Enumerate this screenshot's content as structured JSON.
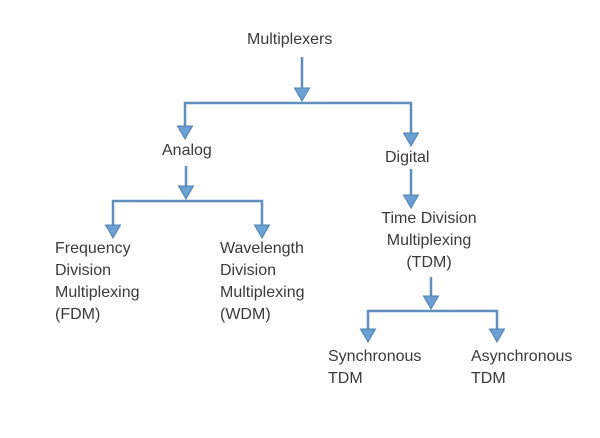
{
  "diagram": {
    "type": "tree-diagram",
    "title": "Multiplexers",
    "nodes": {
      "multiplexers": {
        "label": "Multiplexers",
        "lines": [
          "Multiplexers"
        ]
      },
      "analog": {
        "label": "Analog",
        "lines": [
          "Analog"
        ]
      },
      "digital": {
        "label": "Digital",
        "lines": [
          "Digital"
        ]
      },
      "fdm": {
        "label": "Frequency Division Multiplexing (FDM)",
        "lines": [
          "Frequency",
          "Division",
          "Multiplexing",
          "(FDM)"
        ]
      },
      "wdm": {
        "label": "Wavelength Division Multiplexing (WDM)",
        "lines": [
          "Wavelength",
          "Division",
          "Multiplexing",
          "(WDM)"
        ]
      },
      "tdm": {
        "label": "Time Division Multiplexing (TDM)",
        "lines": [
          "Time Division",
          "Multiplexing",
          "(TDM)"
        ]
      },
      "sync_tdm": {
        "label": "Synchronous TDM",
        "lines": [
          "Synchronous",
          "TDM"
        ]
      },
      "async_tdm": {
        "label": "Asynchronous TDM",
        "lines": [
          "Asynchronous",
          "TDM"
        ]
      }
    },
    "edges": [
      {
        "from": "multiplexers",
        "to": "analog"
      },
      {
        "from": "multiplexers",
        "to": "digital"
      },
      {
        "from": "analog",
        "to": "fdm"
      },
      {
        "from": "analog",
        "to": "wdm"
      },
      {
        "from": "digital",
        "to": "tdm"
      },
      {
        "from": "tdm",
        "to": "sync_tdm"
      },
      {
        "from": "tdm",
        "to": "async_tdm"
      }
    ],
    "colors": {
      "background": "#ffffff",
      "connector_line": "#5f8fba",
      "arrowhead_fill": "#6aa0d4",
      "arrowhead_stroke": "#4f81ad",
      "text": "#3a3a3a"
    }
  }
}
